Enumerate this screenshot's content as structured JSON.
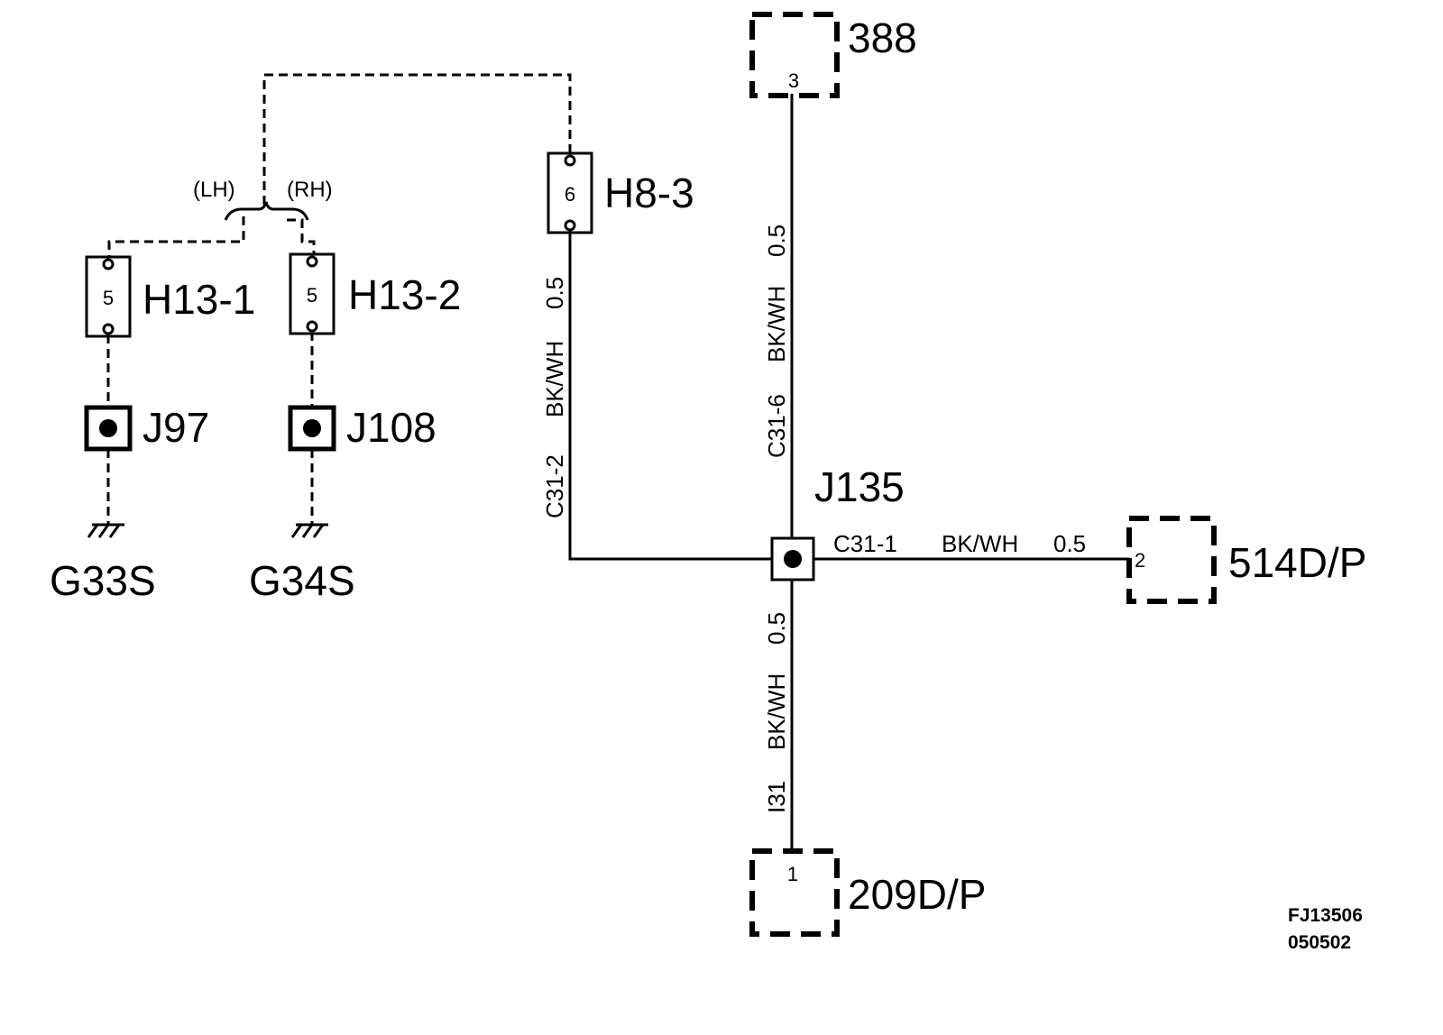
{
  "components": {
    "c388": {
      "label": "388",
      "pin": "3"
    },
    "c209": {
      "label": "209D/P",
      "pin": "1"
    },
    "c514": {
      "label": "514D/P",
      "pin": "2"
    },
    "h8_3": {
      "label": "H8-3",
      "pin": "6"
    },
    "h13_1": {
      "label": "H13-1",
      "pin": "5"
    },
    "h13_2": {
      "label": "H13-2",
      "pin": "5"
    },
    "j97": {
      "label": "J97"
    },
    "j108": {
      "label": "J108"
    },
    "j135": {
      "label": "J135"
    },
    "g33s": {
      "label": "G33S"
    },
    "g34s": {
      "label": "G34S"
    }
  },
  "sides": {
    "lh": "(LH)",
    "rh": "(RH)"
  },
  "wires": {
    "c31_2": {
      "circuit": "C31-2",
      "color": "BK/WH",
      "size": "0.5"
    },
    "c31_6": {
      "circuit": "C31-6",
      "color": "BK/WH",
      "size": "0.5"
    },
    "c31_1": {
      "circuit": "C31-1",
      "color": "BK/WH",
      "size": "0.5"
    },
    "i31": {
      "circuit": "I31",
      "color": "BK/WH",
      "size": "0.5"
    }
  },
  "reference": {
    "code": "FJ13506",
    "date": "050502"
  }
}
